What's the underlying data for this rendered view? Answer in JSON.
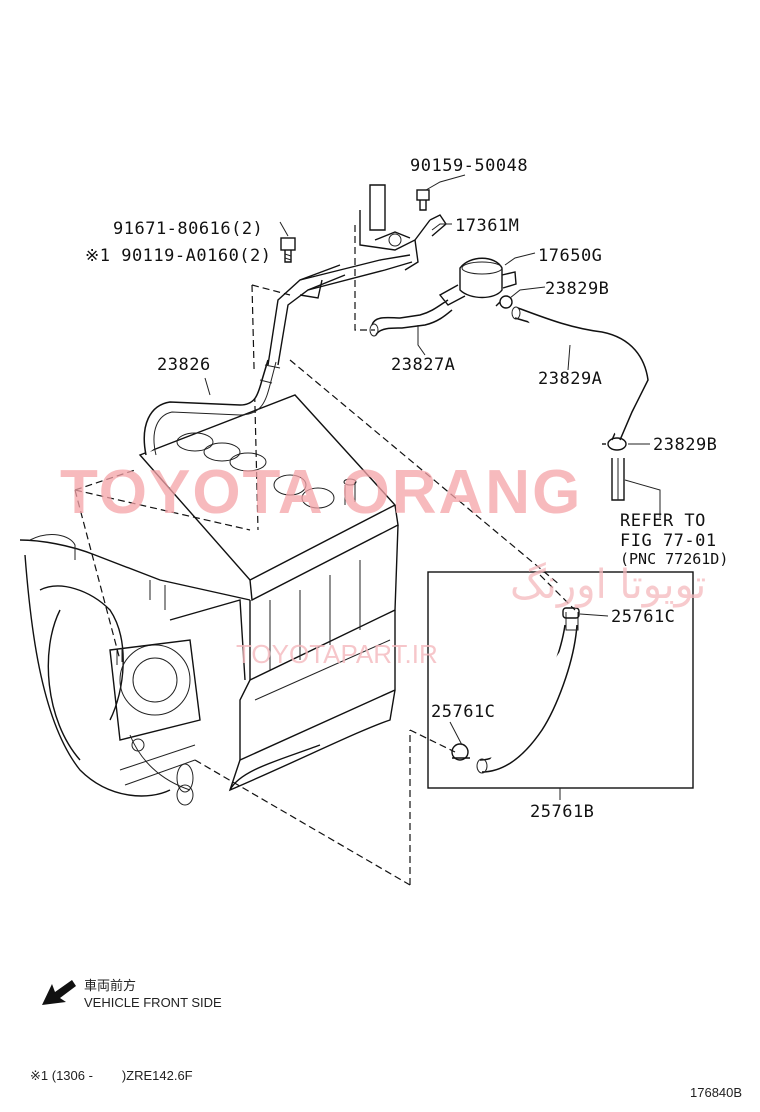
{
  "labels": {
    "bolt_top": "90159-50048",
    "bracket": "17361M",
    "valve": "17650G",
    "clip_a": "23829B",
    "hose_a": "23827A",
    "hose_b": "23829A",
    "clip_b": "23829B",
    "bolt_left_1": "91671-80616(2)",
    "bolt_left_2": "※1 90119-A0160(2)",
    "pipe": "23826",
    "refer_1": "REFER TO",
    "refer_2": "FIG 77-01",
    "refer_3": "(PNC 77261D)",
    "clamp_upper": "25761C",
    "clamp_lower": "25761C",
    "hose_assy": "25761B"
  },
  "watermark": {
    "brand": "TOYOTA ORANG",
    "persian": "تویوتا اورنگ",
    "url": "TOYOTAPART.IR"
  },
  "footer": {
    "direction_jp": "車両前方",
    "direction_en": "VEHICLE FRONT SIDE",
    "note": "※1 (1306 -        )ZRE142.6F",
    "figure_id": "176840B"
  },
  "colors": {
    "line": "#111111",
    "watermark": "#f5a3a8"
  }
}
